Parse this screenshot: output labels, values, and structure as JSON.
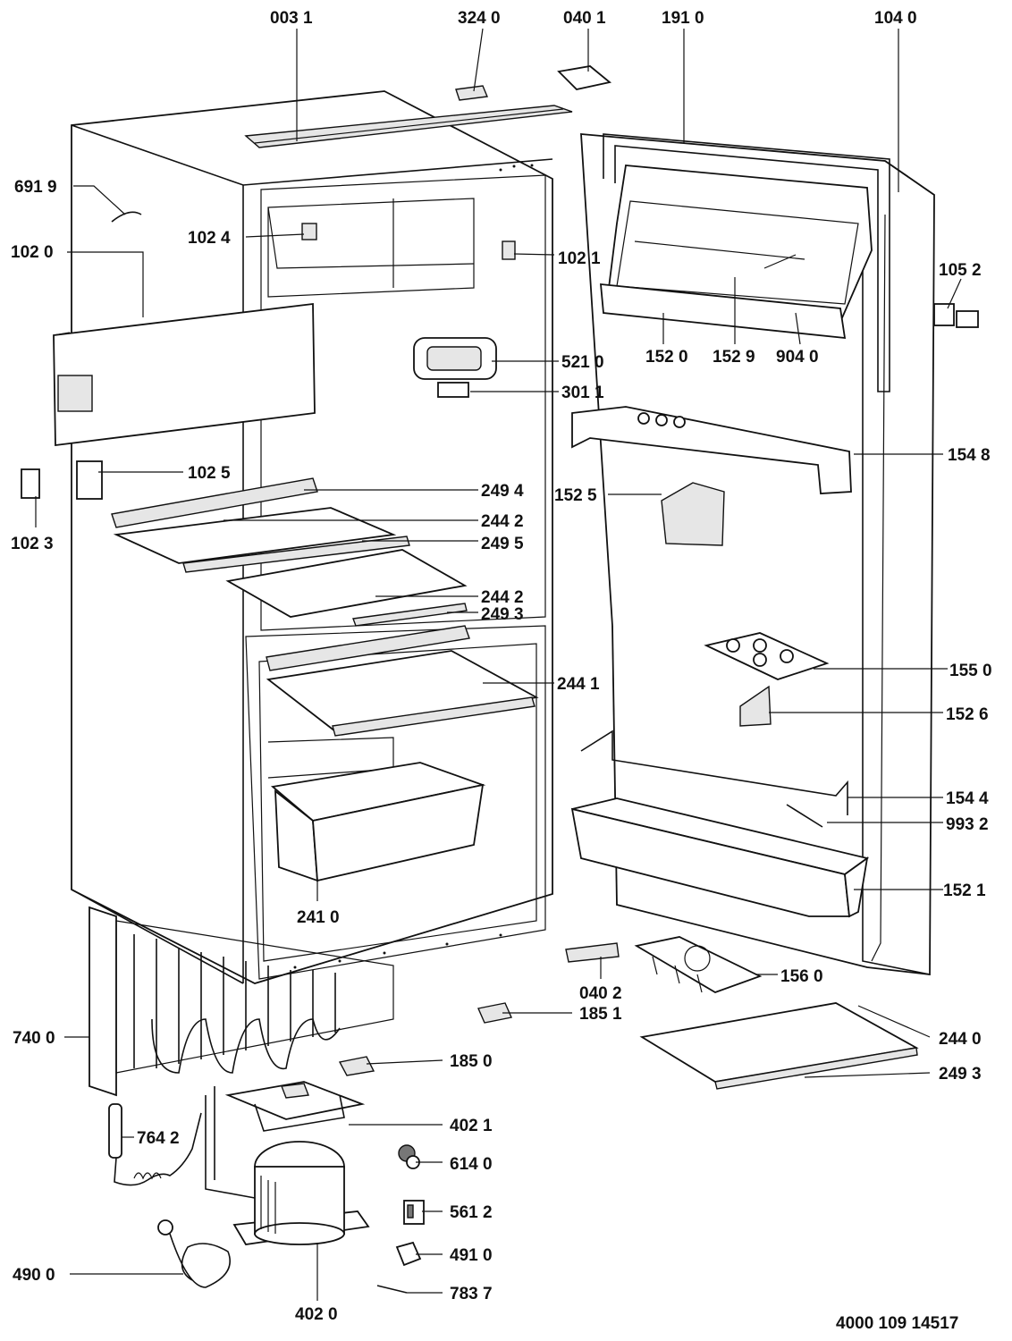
{
  "labels": {
    "l0031": "003 1",
    "l3240": "324 0",
    "l0401": "040 1",
    "l1910": "191 0",
    "l1040": "104 0",
    "l6919": "691 9",
    "l1024": "102 4",
    "l1020": "102 0",
    "l1021": "102 1",
    "l1052": "105 2",
    "l5210": "521 0",
    "l1520": "152 0",
    "l1529": "152 9",
    "l9040": "904 0",
    "l3011": "301 1",
    "l1548": "154 8",
    "l1025": "102 5",
    "l2494": "249 4",
    "l1525": "152 5",
    "l2442a": "244 2",
    "l1023": "102 3",
    "l2495": "249 5",
    "l2442b": "244 2",
    "l2493a": "249 3",
    "l2441": "244 1",
    "l1550": "155 0",
    "l1526": "152 6",
    "l1544": "154 4",
    "l9932": "993 2",
    "l1521": "152 1",
    "l2410": "241 0",
    "l1560": "156 0",
    "l0402": "040 2",
    "l1851": "185 1",
    "l7400": "740 0",
    "l2440": "244 0",
    "l1850": "185 0",
    "l2493b": "249 3",
    "l4021": "402 1",
    "l7642": "764 2",
    "l6140": "614 0",
    "l5612": "561 2",
    "l4910": "491 0",
    "l4900": "490 0",
    "l7837": "783 7",
    "l4020": "402 0"
  },
  "drawing_number": "4000 109 14517"
}
